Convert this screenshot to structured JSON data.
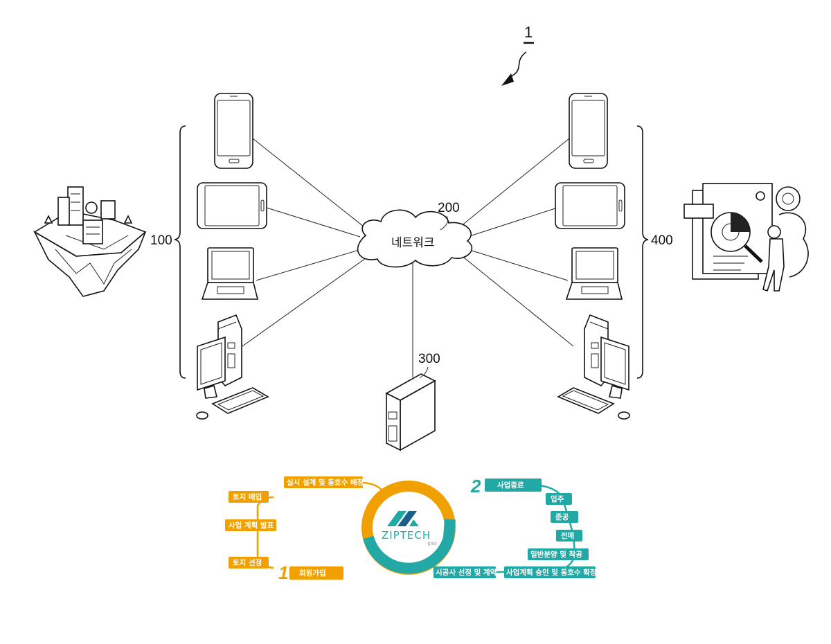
{
  "figure": {
    "ref_main": "1",
    "ref_left": "100",
    "ref_network": "200",
    "ref_server": "300",
    "ref_right": "400",
    "network_label": "네트워크"
  },
  "process": {
    "logo_text": "ZIPTECH",
    "logo_sub": "집테크",
    "step1_number": "1",
    "step2_number": "2",
    "orange_color": "#F0A000",
    "teal_color": "#23A9A5",
    "orange_items": {
      "design": "실시 설계 및 동호수 배정",
      "land_buy": "토지 매입",
      "plan_announce": "사업 계획 발표",
      "land_select": "토지 선정",
      "member_join": "회원가입"
    },
    "teal_items": {
      "biz_end": "사업종료",
      "move_in": "입주",
      "completion": "준공",
      "resale": "전매",
      "sale_start": "일반분양 및 착공",
      "plan_approval": "사업계획 승인 및 동호수 확정",
      "contractor": "시공사 선정 및 계약"
    }
  }
}
